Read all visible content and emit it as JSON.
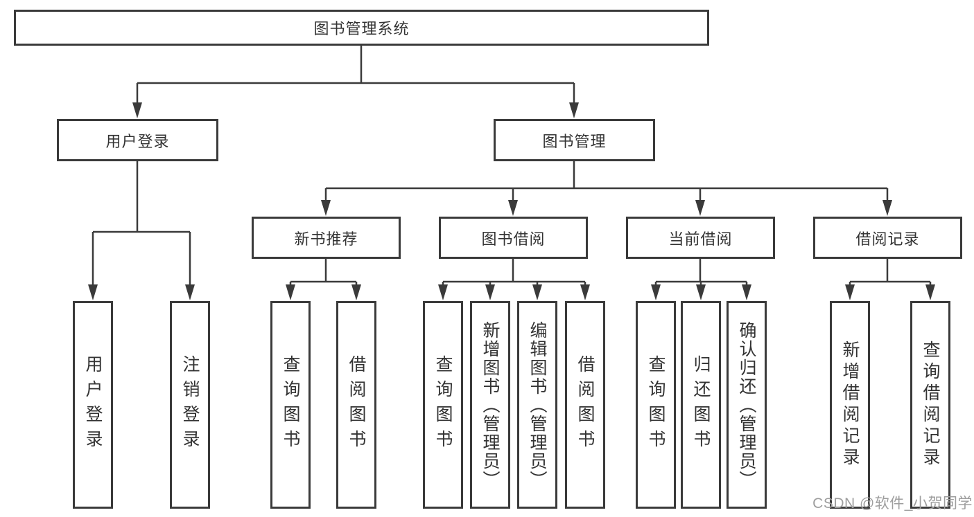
{
  "diagram_title": "图书管理系统",
  "colors": {
    "line": "#3a3a3a",
    "box_border": "#3a3a3a",
    "text": "#333333",
    "watermark": "#9e9e9e"
  },
  "tree": {
    "root": {
      "label": "图书管理系统"
    },
    "children": [
      {
        "label": "用户登录",
        "children": [
          {
            "label": "用户登录"
          },
          {
            "label": "注销登录"
          }
        ]
      },
      {
        "label": "图书管理",
        "children": [
          {
            "label": "新书推荐",
            "children": [
              {
                "label": "查询图书"
              },
              {
                "label": "借阅图书"
              }
            ]
          },
          {
            "label": "图书借阅",
            "children": [
              {
                "label": "查询图书"
              },
              {
                "label": "新增图书（管理员）"
              },
              {
                "label": "编辑图书（管理员）"
              },
              {
                "label": "借阅图书"
              }
            ]
          },
          {
            "label": "当前借阅",
            "children": [
              {
                "label": "查询图书"
              },
              {
                "label": "归还图书"
              },
              {
                "label": "确认归还（管理员）"
              }
            ]
          },
          {
            "label": "借阅记录",
            "children": [
              {
                "label": "新增借阅记录"
              },
              {
                "label": "查询借阅记录"
              }
            ]
          }
        ]
      }
    ]
  },
  "watermark": "CSDN @软件_小贺同学"
}
